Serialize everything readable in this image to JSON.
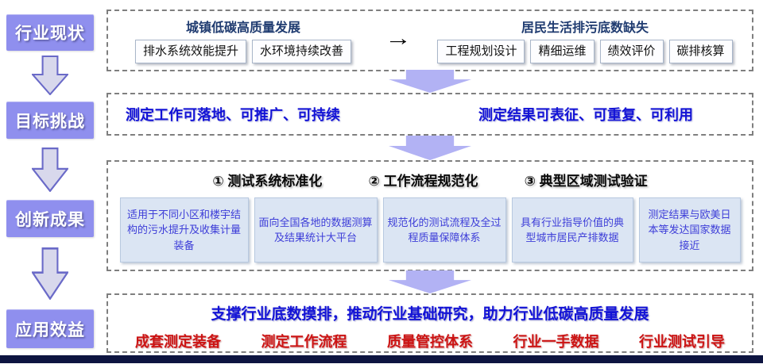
{
  "palette": {
    "stage_box_bg": "#8f8fee",
    "stage_box_text": "#ffffff",
    "arrow_small_fill": "#d8d8ec",
    "arrow_small_border": "#6a6ac8",
    "arrow_wide_fill": "#b2b2f4",
    "dashed_border": "#7f7f7f",
    "navy_title": "#1f3b70",
    "blue_text": "#1313d6",
    "red_text": "#cc1414",
    "sub_box_bg": "#fdfdff",
    "sub_box_border": "#a9b6c9",
    "result_box_bg": "#dbe5f3",
    "result_box_border": "#b8c9e0",
    "result_box_text": "#3d3dd8",
    "bottom_bar": "#0d1440",
    "black_arrow": "#000000"
  },
  "stages": [
    {
      "label": "行业现状"
    },
    {
      "label": "目标挑战"
    },
    {
      "label": "创新成果"
    },
    {
      "label": "应用效益"
    }
  ],
  "row1": {
    "left_title": "城镇低碳高质量发展",
    "left_items": [
      "排水系统效能提升",
      "水环境持续改善"
    ],
    "arrow": "→",
    "right_title": "居民生活排污底数缺失",
    "right_items": [
      "工程规划设计",
      "精细运维",
      "绩效评价",
      "碳排核算"
    ]
  },
  "row2": {
    "left": "测定工作可落地、可推广、可持续",
    "right": "测定结果可表征、可重复、可利用"
  },
  "row3": {
    "headers": [
      "① 测试系统标准化",
      "② 工作流程规范化",
      "③ 典型区域测试验证"
    ],
    "boxes": [
      "适用于不同小区和楼宇结构的污水提升及收集计量装备",
      "面向全国各地的数据测算及结果统计大平台",
      "规范化的测试流程及全过程质量保障体系",
      "具有行业指导价值的典型城市居民产排数据",
      "测定结果与欧美日本等发达国家数据接近"
    ]
  },
  "row4": {
    "title": "支撑行业底数摸排，推动行业基础研究，助力行业低碳高质量发展",
    "items": [
      "成套测定装备",
      "测定工作流程",
      "质量管控体系",
      "行业一手数据",
      "行业测试引导"
    ]
  }
}
